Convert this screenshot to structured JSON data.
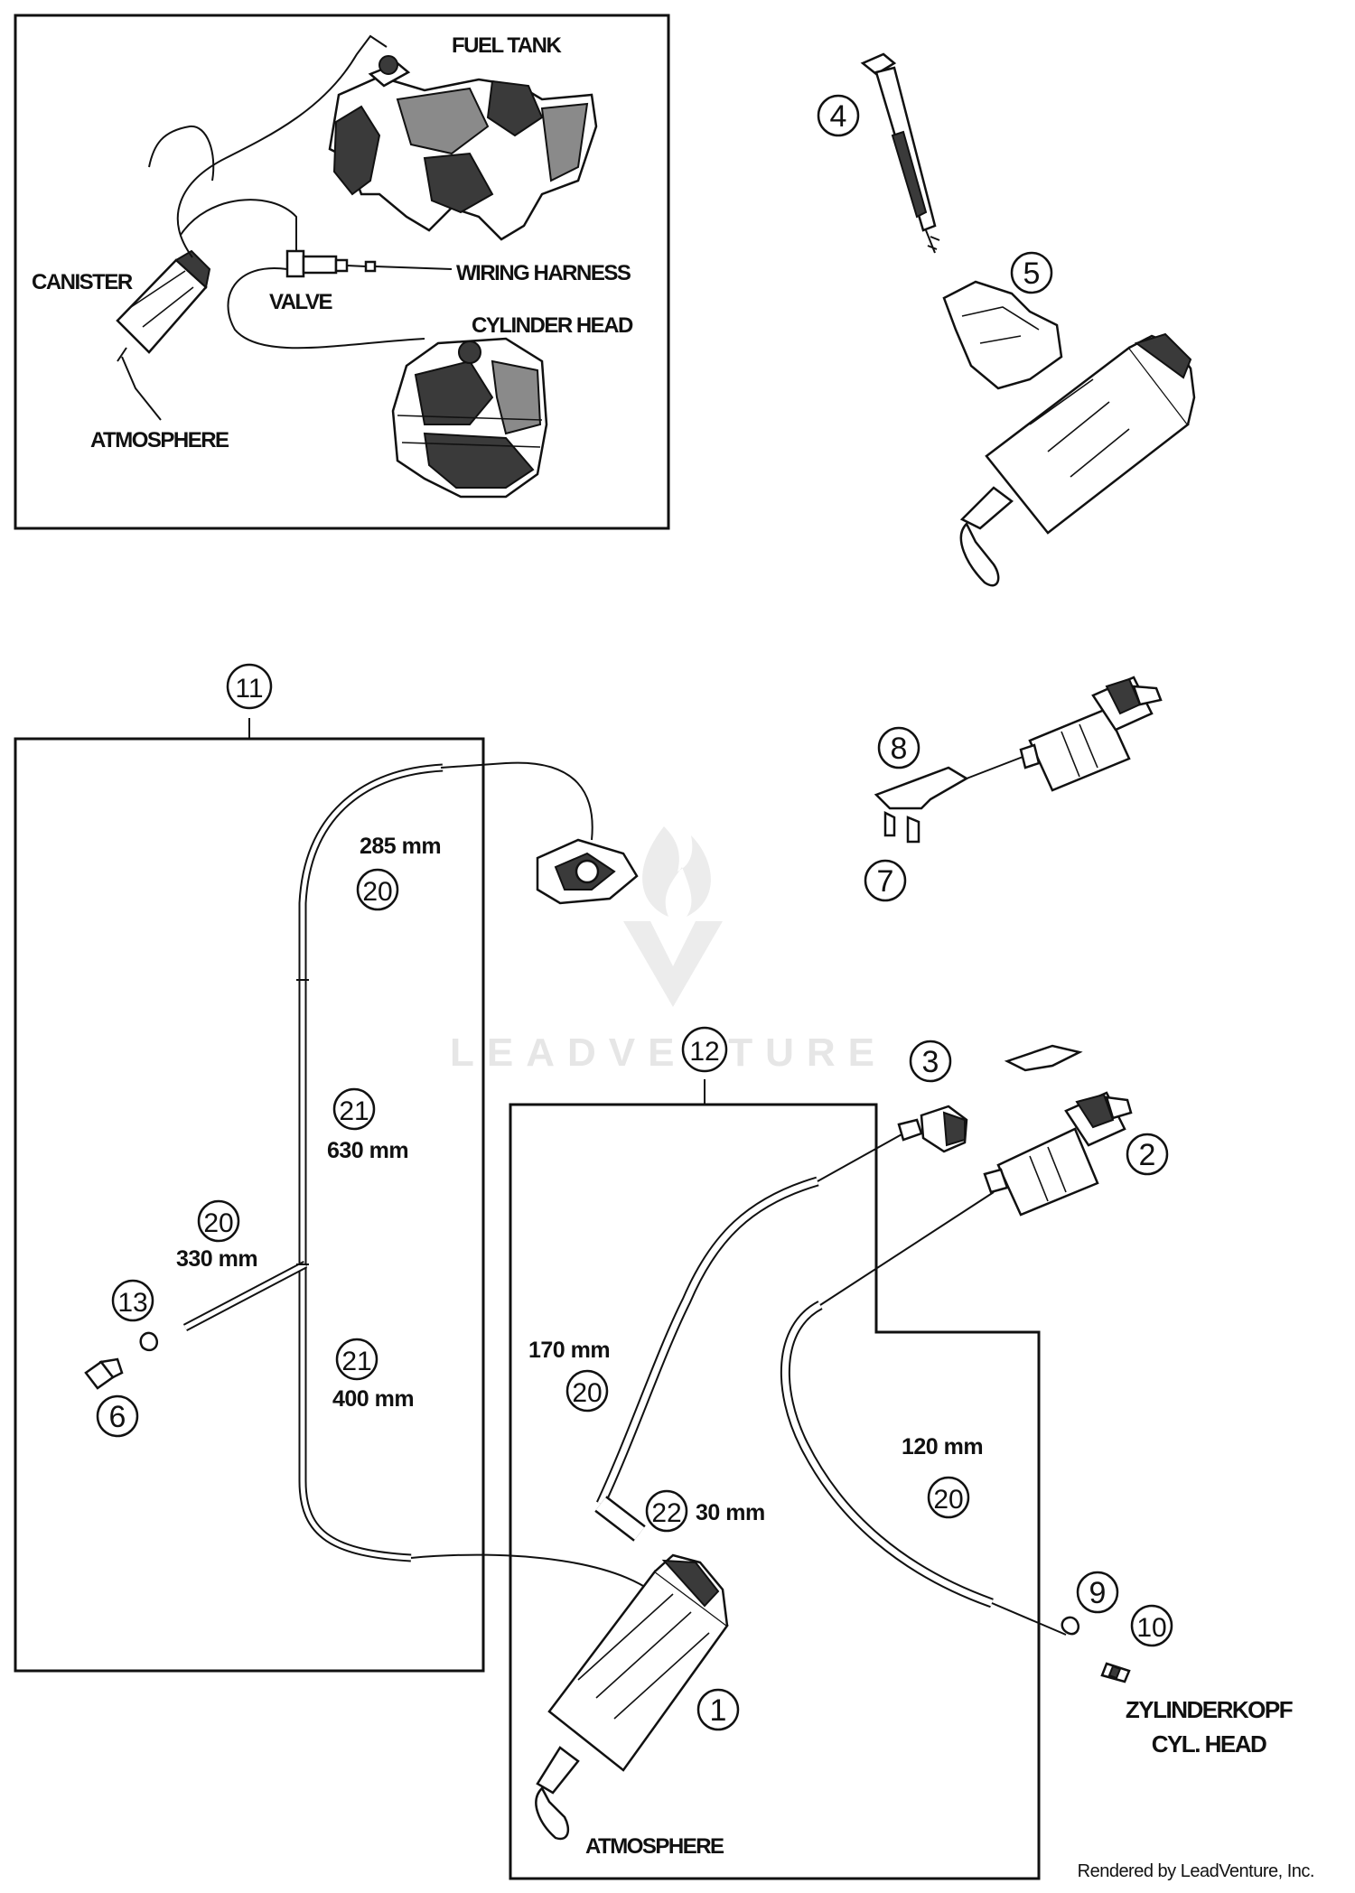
{
  "inset": {
    "fuel_tank": "FUEL TANK",
    "canister": "CANISTER",
    "valve": "VALVE",
    "wiring_harness": "WIRING HARNESS",
    "cylinder_head": "CYLINDER HEAD",
    "atmosphere": "ATMOSPHERE"
  },
  "callouts": {
    "n1": "1",
    "n2": "2",
    "n3": "3",
    "n4": "4",
    "n5": "5",
    "n6": "6",
    "n7": "7",
    "n8": "8",
    "n9": "9",
    "n10": "10",
    "n11": "11",
    "n12": "12",
    "n13": "13",
    "n20a": "20",
    "n20b": "20",
    "n20c": "20",
    "n20d": "20",
    "n21a": "21",
    "n21b": "21",
    "n22": "22"
  },
  "dimensions": {
    "d285": "285 mm",
    "d630": "630 mm",
    "d330": "330 mm",
    "d400": "400 mm",
    "d170": "170 mm",
    "d30": "30 mm",
    "d120": "120 mm"
  },
  "labels": {
    "zylinderkopf": "ZYLINDERKOPF",
    "cyl_head": "CYL. HEAD",
    "atmosphere_main": "ATMOSPHERE"
  },
  "watermark": "LEADVENTURE",
  "footer": "Rendered by LeadVenture, Inc."
}
